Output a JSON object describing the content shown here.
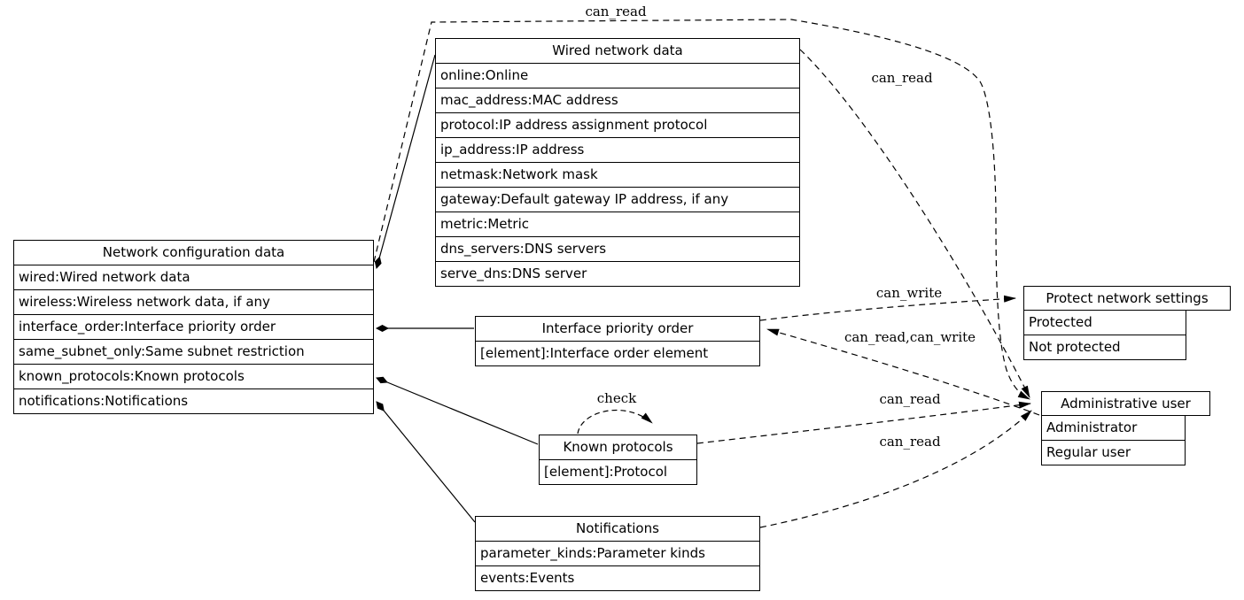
{
  "diagram": {
    "nodes": {
      "network_config": {
        "title": "Network configuration data",
        "rows": [
          "wired:Wired network data",
          "wireless:Wireless network data, if any",
          "interface_order:Interface priority order",
          "same_subnet_only:Same subnet restriction",
          "known_protocols:Known protocols",
          "notifications:Notifications"
        ]
      },
      "wired": {
        "title": "Wired network data",
        "rows": [
          "online:Online",
          "mac_address:MAC address",
          "protocol:IP address assignment protocol",
          "ip_address:IP address",
          "netmask:Network mask",
          "gateway:Default gateway IP address, if any",
          "metric:Metric",
          "dns_servers:DNS servers",
          "serve_dns:DNS server"
        ]
      },
      "interface_order": {
        "title": "Interface priority order",
        "rows": [
          "[element]:Interface order element"
        ]
      },
      "known_protocols": {
        "title": "Known protocols",
        "rows": [
          "[element]:Protocol"
        ]
      },
      "notifications": {
        "title": "Notifications",
        "rows": [
          "parameter_kinds:Parameter kinds",
          "events:Events"
        ]
      },
      "protect": {
        "title": "Protect network settings",
        "rows": [
          "Protected",
          "Not protected"
        ]
      },
      "admin": {
        "title": "Administrative user",
        "rows": [
          "Administrator",
          "Regular user"
        ]
      }
    },
    "edge_labels": {
      "can_read_top": "can_read",
      "can_read_wired": "can_read",
      "can_write": "can_write",
      "can_read_can_write": "can_read,can_write",
      "can_read_known": "can_read",
      "can_read_notifications": "can_read",
      "check": "check"
    },
    "colors": {
      "line": "#000000",
      "background": "#ffffff",
      "text": "#000000"
    }
  }
}
